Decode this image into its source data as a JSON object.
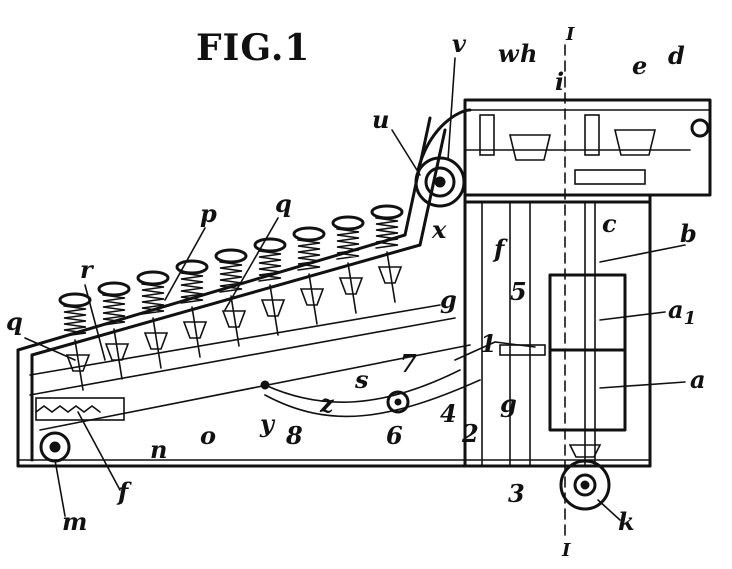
{
  "figure": {
    "title": "FIG.1"
  },
  "labels": {
    "v": "v",
    "w": "w",
    "h": "h",
    "i_top": "i",
    "i_section_top": "I",
    "e": "e",
    "d": "d",
    "u": "u",
    "p": "p",
    "q_upper": "q",
    "q_left": "q",
    "r": "r",
    "x": "x",
    "c": "c",
    "b": "b",
    "f_upper": "f",
    "five": "5",
    "one": "1",
    "g_upper": "g",
    "a1": "a",
    "a1_sub": "1",
    "a": "a",
    "seven": "7",
    "s": "s",
    "z": "z",
    "four": "4",
    "g_lower": "g",
    "two": "2",
    "y": "y",
    "eight": "8",
    "six": "6",
    "n": "n",
    "o": "o",
    "three": "3",
    "f_lower": "f",
    "m": "m",
    "k": "k",
    "i_section_bottom": "I"
  },
  "colors": {
    "ink": "#111111",
    "paper": "#ffffff"
  }
}
